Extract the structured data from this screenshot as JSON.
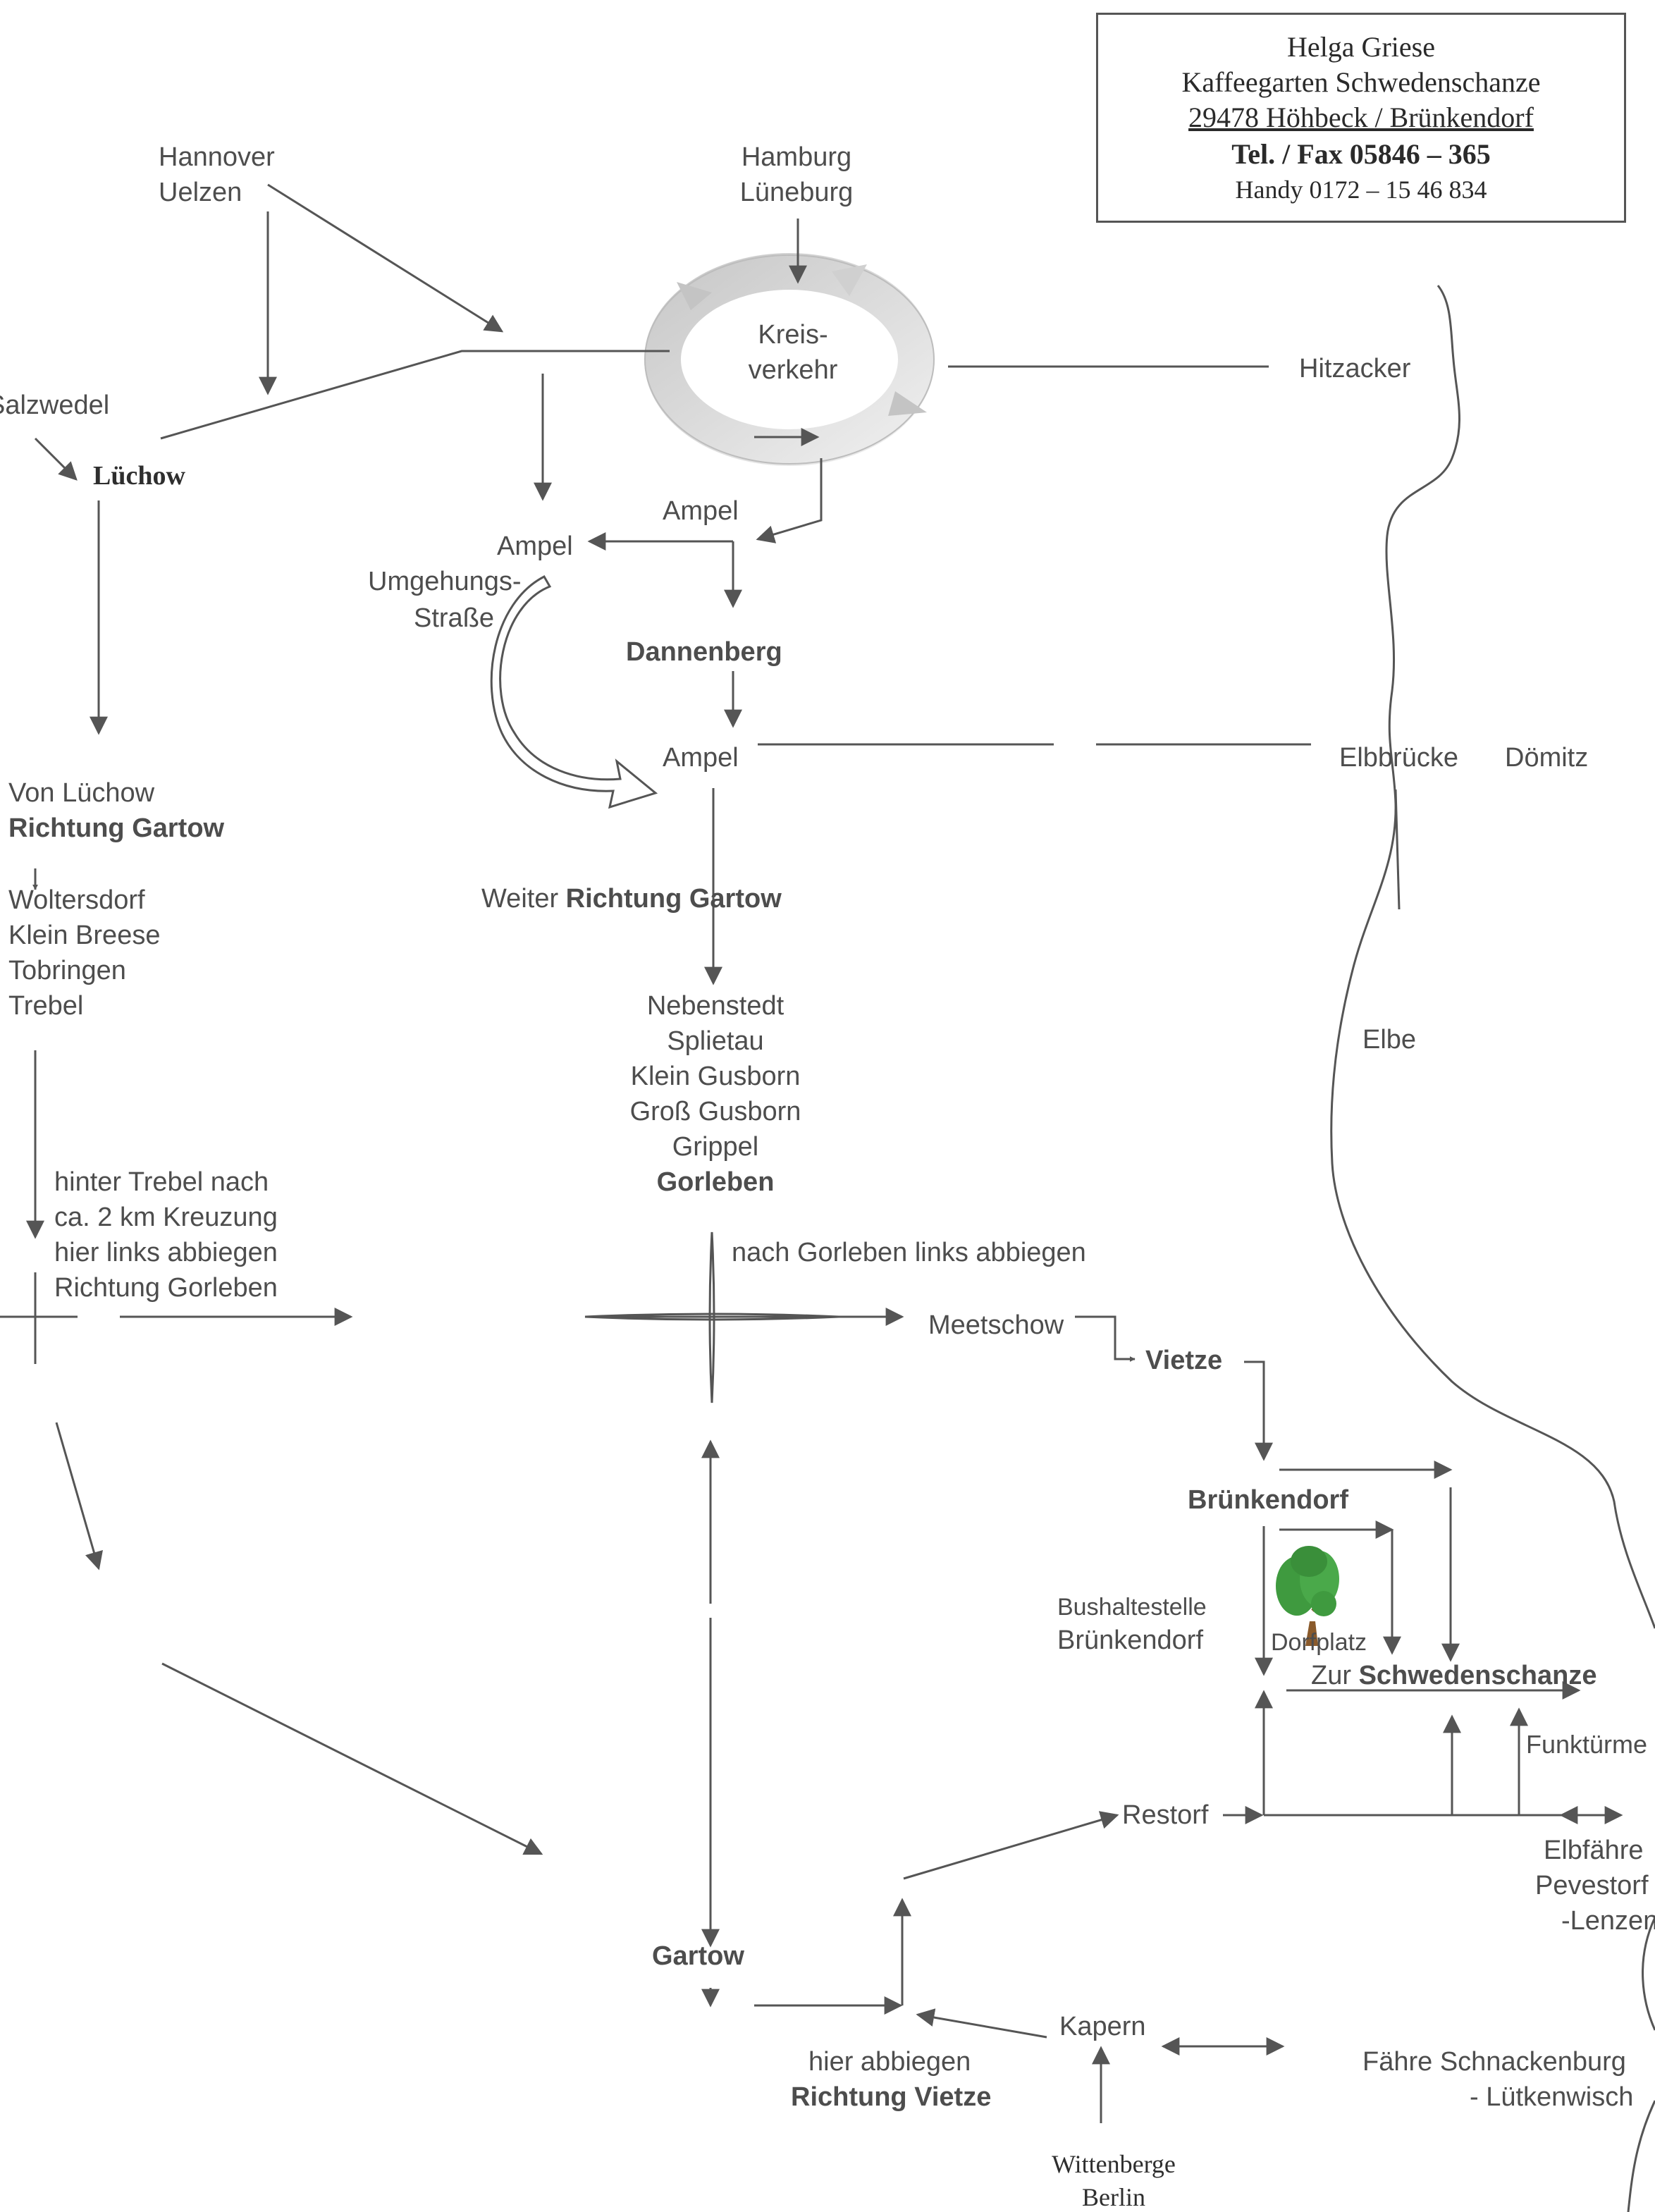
{
  "address": {
    "name": "Helga Griese",
    "business": "Kaffeegarten Schwedenschanze",
    "location": "29478 Höhbeck / Brünkendorf",
    "phone": "Tel. / Fax  05846 – 365",
    "mobile": "Handy 0172 – 15 46 834"
  },
  "places": {
    "hannover": "Hannover",
    "uelzen": "Uelzen",
    "hamburg": "Hamburg",
    "lueneburg": "Lüneburg",
    "salzwedel": "Salzwedel",
    "luechow": "Lüchow",
    "kreis1": "Kreis-",
    "kreis2": "verkehr",
    "hitzacker": "Hitzacker",
    "ampel_top": "Ampel",
    "ampel_left": "Ampel",
    "umgehung1": "Umgehungs-",
    "umgehung2": "Straße",
    "dannenberg": "Dannenberg",
    "ampel_mid": "Ampel",
    "elbbruecke": "Elbbrücke",
    "doemitz": "Dömitz",
    "elbe": "Elbe",
    "von_luechow": "Von Lüchow",
    "richtung_gartow_left": "Richtung Gartow",
    "woltersdorf": "Woltersdorf",
    "klein_breese": "Klein Breese",
    "tobringen": "Tobringen",
    "trebel": "Trebel",
    "weiter": "Weiter ",
    "richtung_gartow_mid": "Richtung  Gartow",
    "nebenstedt": "Nebenstedt",
    "splietau": "Splietau",
    "klein_gusborn": "Klein Gusborn",
    "gross_gusborn": "Groß Gusborn",
    "grippel": "Grippel",
    "gorleben": "Gorleben",
    "hinter1": "hinter Trebel nach",
    "hinter2": "ca. 2 km Kreuzung",
    "hinter3": "hier links abbiegen",
    "hinter4": "Richtung Gorleben",
    "nach_gorleben": "nach Gorleben links abbiegen",
    "meetschow": "Meetschow",
    "vietze": "Vietze",
    "bruenkendorf": "Brünkendorf",
    "bushalt1": "Bushaltestelle",
    "bushalt2": "Brünkendorf",
    "dorfplatz": "Dorfplatz",
    "zur": "Zur ",
    "schwedenschanze": "Schwedenschanze",
    "funktuerme": "Funktürme",
    "restorf": "Restorf",
    "elbfaehre1": "Elbfähre",
    "elbfaehre2": "Pevestorf",
    "elbfaehre3": "-Lenzen",
    "gartow": "Gartow",
    "kapern": "Kapern",
    "hier_abbiegen": "hier abbiegen",
    "richtung_vietze": "Richtung Vietze",
    "faehre1": "Fähre  Schnackenburg",
    "faehre2": "- Lütkenwisch",
    "wittenberge": "Wittenberge",
    "berlin": "Berlin"
  },
  "colors": {
    "line": "#555555",
    "text": "#4d4d4d",
    "tree_leaves": "#3f9a3f",
    "tree_trunk": "#8a5a2b",
    "roundabout": "#d6d6d6"
  },
  "icons": {
    "roundabout": "circular-arrows-icon",
    "tree": "tree-icon",
    "bypass": "curved-arrow-icon"
  }
}
